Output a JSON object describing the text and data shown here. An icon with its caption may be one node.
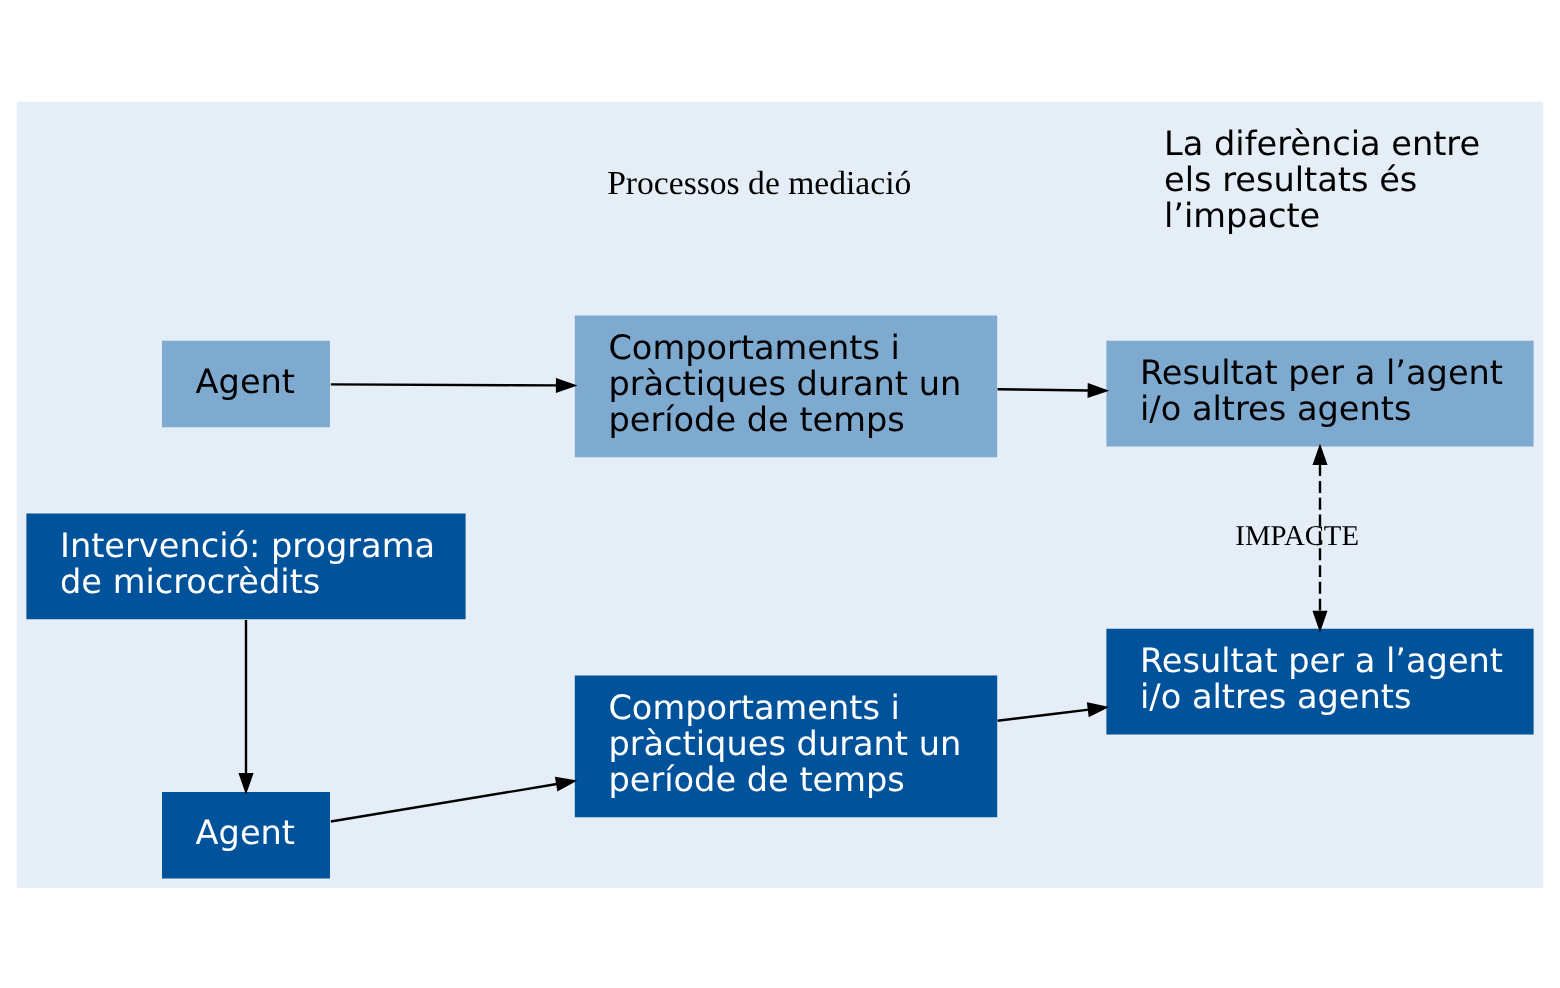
{
  "diagram": {
    "nodes": [
      {
        "text": [
          "Agent"
        ]
      },
      {
        "text": [
          "Comportaments i pràctiques durant un període de temps"
        ]
      },
      {
        "text": [
          "Resultat per a l’agent i/o altres agents"
        ]
      },
      {
        "text": [
          "Agent"
        ]
      },
      {
        "text": [
          "Comportaments i pràctiques durant un període de temps"
        ]
      },
      {
        "text": [
          "Resultat per a l’agent i/o altres agents"
        ]
      },
      {
        "text": [
          "Intervenció: programa de microcrèdits"
        ]
      }
    ],
    "edges": [
      {
        "from": 0,
        "to": 1,
        "arrow": "to"
      },
      {
        "from": 1,
        "to": 2,
        "arrow": "to"
      },
      {
        "from": 3,
        "to": 4,
        "arrow": "to"
      },
      {
        "from": 4,
        "to": 5,
        "arrow": "to"
      },
      {
        "from": 6,
        "to": 3,
        "arrow": "to"
      },
      {
        "from": 2,
        "to": 5,
        "arrow": "both",
        "style": "dashed",
        "label": "IMPACTE"
      }
    ],
    "labels": [
      "Processos de mediació",
      "La diferència entre els resultats és l’impacte"
    ]
  }
}
